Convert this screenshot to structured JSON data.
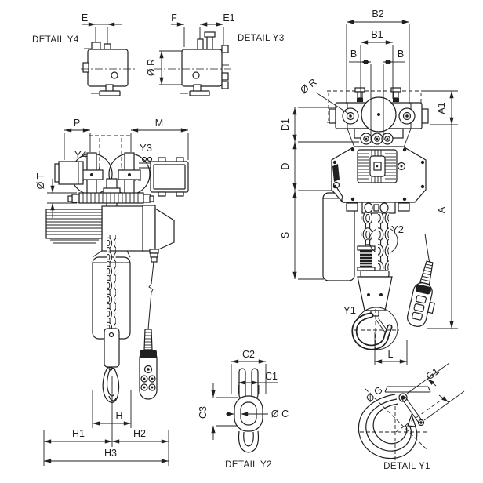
{
  "colors": {
    "line": "#1f1f1f",
    "background": "#ffffff"
  },
  "details": {
    "y4": "DETAIL Y4",
    "y3": "DETAIL Y3",
    "y2": "DETAIL Y2",
    "y1": "DETAIL Y1"
  },
  "callouts": {
    "y4": "Y4",
    "y3": "Y3",
    "y2": "Y2",
    "y1": "Y1"
  },
  "dims": {
    "e": "E",
    "f": "F",
    "e1": "E1",
    "phi_r_detail": "Ø R",
    "b2": "B2",
    "b1": "B1",
    "b_left": "B",
    "b_right": "B",
    "phi_r_main": "Ø R",
    "a1": "A1",
    "a": "A",
    "d1": "D1",
    "d": "D",
    "s": "S",
    "p": "P",
    "m": "M",
    "phi_t": "Ø T",
    "h": "H",
    "h1": "H1",
    "h2": "H2",
    "h3": "H3",
    "l": "L",
    "c2": "C2",
    "c1": "C1",
    "c3": "C3",
    "phi_c": "Ø C",
    "phi_g": "Ø G",
    "g1": "G1"
  }
}
